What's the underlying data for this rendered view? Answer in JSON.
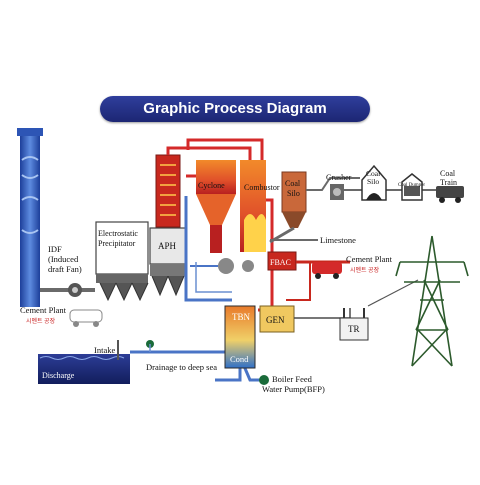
{
  "title": "Graphic Process Diagram",
  "labels": {
    "idf": "IDF",
    "idf_sub1": "(Induced",
    "idf_sub2": "draft Fan)",
    "esp1": "Electrostatic",
    "esp2": "Precipitator",
    "aph": "APH",
    "cyclone": "Cyclone",
    "combustor": "Combustor",
    "coal_silo_box1": "Coal",
    "coal_silo_box2": "Silo",
    "crusher": "Crusher",
    "coal_silo1": "Coal",
    "coal_silo2": "Silo",
    "coal_dumper": "Coal Dumper",
    "coal_train1": "Coal",
    "coal_train2": "Train",
    "limestone": "Limestone",
    "fbac": "FBAC",
    "cement_plant_right": "Cement Plant",
    "cement_plant_left": "Cement Plant",
    "korean_left": "시멘트 공장",
    "korean_right": "시멘트 공장",
    "tbn": "TBN",
    "gen": "GEN",
    "cond": "Cond",
    "tr": "TR",
    "intake": "Intake",
    "discharge": "Discharge",
    "drainage": "Drainage to deep sea",
    "bfp1": "Boiler Feed",
    "bfp2": "Water Pump(BFP)"
  },
  "colors": {
    "pipe_red": "#d42a2a",
    "pipe_blue": "#4a74c6",
    "pipe_gray": "#6a6a6a",
    "boiler_orange": "#f07a22",
    "boiler_red": "#c8281e",
    "stack_blue": "#3a67c9",
    "water_blue": "#1e2f8a",
    "tbn_blue": "#2d6fc2",
    "tower_green": "#2c5a2c"
  }
}
